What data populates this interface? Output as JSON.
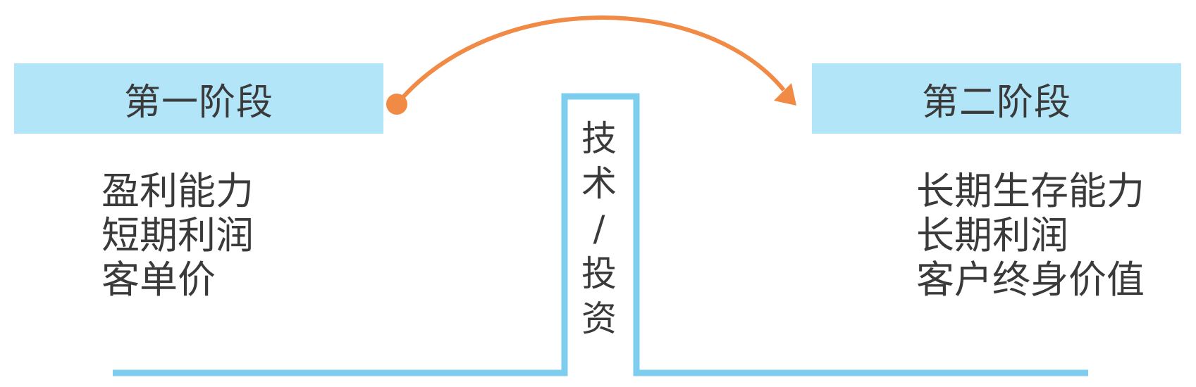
{
  "colors": {
    "stage_fill": "#b3e5f8",
    "barrier_line": "#7ccdee",
    "arrow": "#f08a44",
    "text": "#3a3a3a"
  },
  "stage_one": {
    "title": "第一阶段",
    "items": [
      "盈利能力",
      "短期利润",
      "客单价"
    ]
  },
  "stage_two": {
    "title": "第二阶段",
    "items": [
      "长期生存能力",
      "长期利润",
      "客户终身价值"
    ]
  },
  "barrier": {
    "label_chars": [
      "技",
      "术",
      "/",
      "投",
      "资"
    ]
  },
  "arrow": {
    "direction": "stage_one-to-stage_two",
    "start_marker": "dot",
    "end_marker": "arrowhead"
  }
}
